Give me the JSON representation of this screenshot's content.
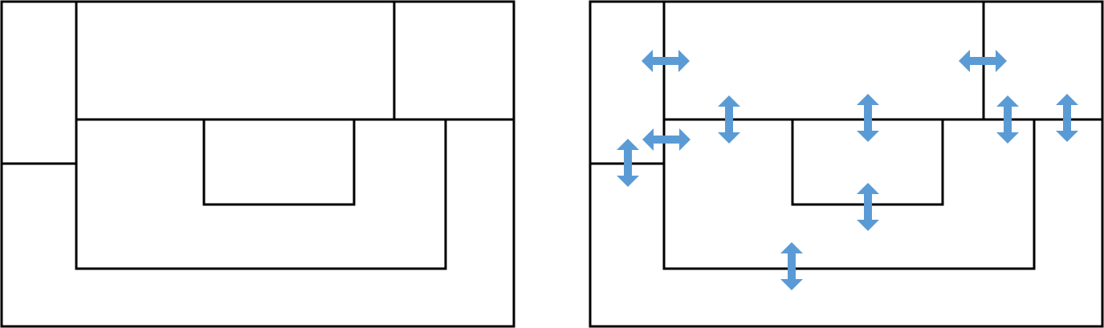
{
  "diagram": {
    "line_color": "#000000",
    "arrow_color": "#5B9BD5",
    "background": "#ffffff",
    "panels": [
      {
        "id": "panel-left",
        "description_visible": false
      },
      {
        "id": "panel-right",
        "description_visible": false
      }
    ],
    "arrows": [
      {
        "type": "horizontal"
      },
      {
        "type": "horizontal"
      },
      {
        "type": "horizontal"
      },
      {
        "type": "vertical"
      },
      {
        "type": "vertical"
      },
      {
        "type": "vertical"
      },
      {
        "type": "vertical"
      },
      {
        "type": "vertical"
      },
      {
        "type": "vertical"
      },
      {
        "type": "vertical"
      }
    ]
  }
}
